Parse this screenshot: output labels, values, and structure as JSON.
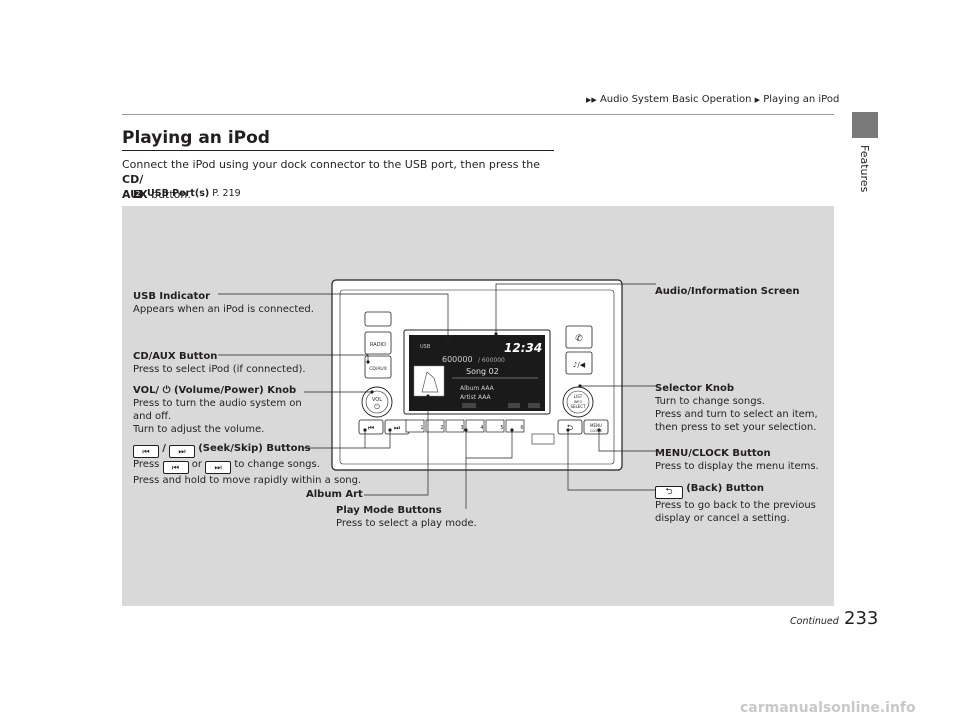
{
  "header": {
    "breadcrumb_1": "Audio System Basic Operation",
    "breadcrumb_2": "Playing an iPod"
  },
  "sidebar": {
    "section": "Features"
  },
  "section": {
    "title": "Playing an iPod",
    "intro_1": "Connect the iPod using your dock connector to the USB port, then press the",
    "intro_bold_1": "CD/",
    "intro_bold_2": "AUX",
    "intro_2": "button.",
    "xref_label": "USB Port(s)",
    "xref_page": "P. 219"
  },
  "screen": {
    "track_num": "600000",
    "track_total": "/ 600000",
    "time": "12:34",
    "song": "Song 02",
    "album": "Album AAA",
    "artist": "Artist AAA"
  },
  "unit_labels": {
    "radio": "RADIO",
    "cd_aux": "CD/AUX",
    "vol": "VOL",
    "menu": "MENU",
    "clock": "CLOCK",
    "list": "LIST",
    "info": "INFO",
    "select": "SELECT",
    "presets": [
      "1",
      "2",
      "3",
      "4",
      "5",
      "6"
    ]
  },
  "callouts": {
    "usb_title": "USB Indicator",
    "usb_desc": "Appears when an iPod is connected.",
    "cdaux_title": "CD/AUX Button",
    "cdaux_desc": "Press to select iPod (if connected).",
    "vol_prefix": "VOL/",
    "vol_title": "(Volume/Power) Knob",
    "vol_desc_1": "Press to turn the audio system on",
    "vol_desc_2": "and off.",
    "vol_desc_3": "Turn to adjust the volume.",
    "seek_sep": "/",
    "seek_title": "(Seek/Skip) Buttons",
    "seek_press": "Press",
    "seek_or": "or",
    "seek_change": "to change songs.",
    "seek_desc_2": "Press and hold to move rapidly within a song.",
    "album_art": "Album Art",
    "playmode_title": "Play Mode Buttons",
    "playmode_desc": "Press to select a play mode.",
    "audio_screen": "Audio/Information Screen",
    "selector_title": "Selector Knob",
    "selector_desc_1": "Turn to change songs.",
    "selector_desc_2": "Press and turn to select an item,",
    "selector_desc_3": "then press to set your selection.",
    "menu_title": "MENU/CLOCK Button",
    "menu_desc": "Press to display the menu items.",
    "back_title": "(Back) Button",
    "back_desc_1": "Press to go back to the previous",
    "back_desc_2": "display or cancel a setting."
  },
  "footer": {
    "continued": "Continued",
    "page_number": "233",
    "watermark": "carmanualsonline.info"
  }
}
